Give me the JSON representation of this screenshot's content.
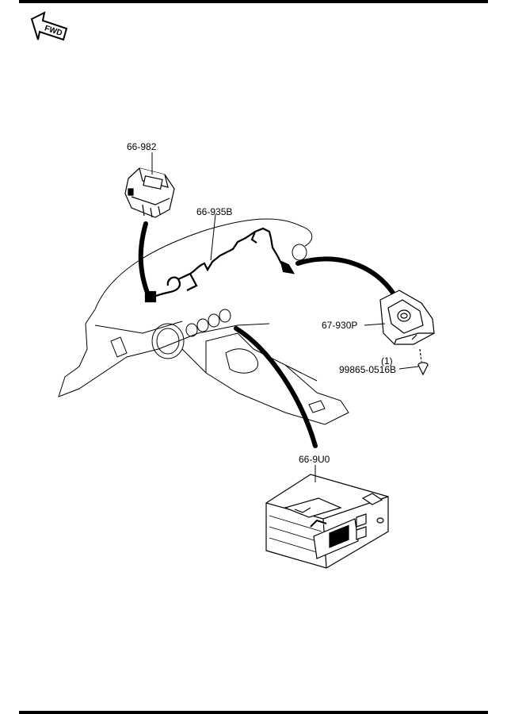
{
  "fwd_indicator": {
    "text": "FWD",
    "icon": "fwd-arrow-icon"
  },
  "parts": {
    "switch": {
      "number": "66-982"
    },
    "harness": {
      "number": "66-935B"
    },
    "bracket": {
      "number": "67-930P"
    },
    "screw": {
      "quantity": "(1)",
      "number": "99865-0516B"
    },
    "usb_unit": {
      "number": "66-9U0"
    }
  }
}
